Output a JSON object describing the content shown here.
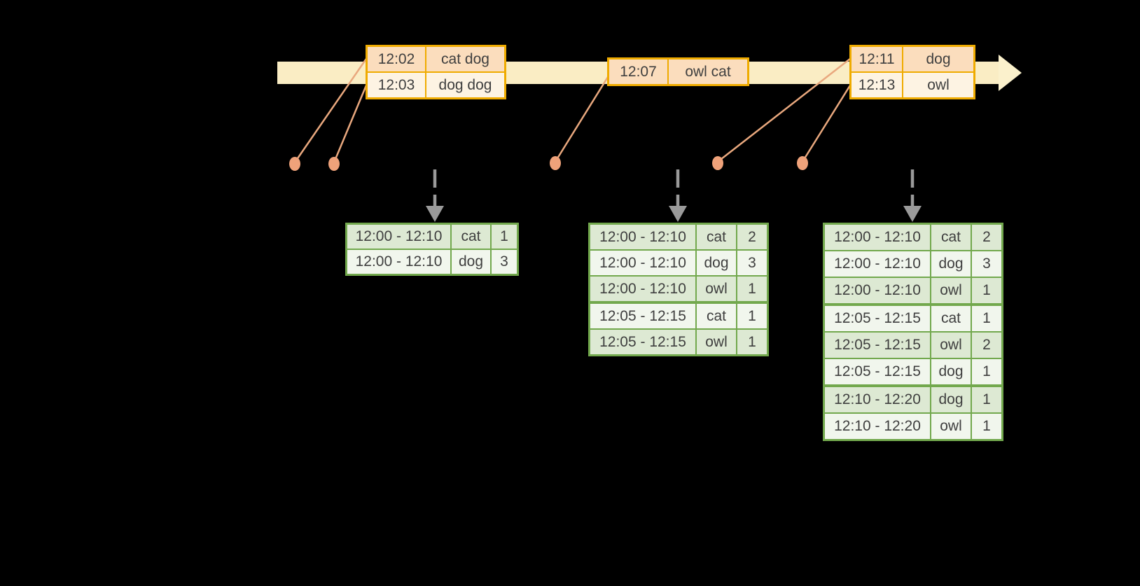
{
  "colors": {
    "background": "#000000",
    "timeline_band": "#FAEDC4",
    "timeline_arrowhead": "#FBF1CC",
    "event_table_border": "#EFAB00",
    "event_row_peach": "#FBDDBD",
    "event_row_cream": "#FDF3E3",
    "connector_salmon": "#E9A87E",
    "event_dot": "#EFA27A",
    "result_table_border": "#72A84D",
    "result_row_sage": "#DDE9D3",
    "result_row_light": "#F1F6ED",
    "trigger_arrow_gray": "#9A9A9A",
    "text": "#3F3F3F"
  },
  "icons": {
    "timeline_arrowhead": "right-arrow",
    "trigger_arrow": "dashed-down-arrow",
    "event_dot": "filled-circle"
  },
  "timeline": {
    "events": [
      {
        "rows": [
          {
            "time": "12:02",
            "words": "cat dog"
          },
          {
            "time": "12:03",
            "words": "dog dog"
          }
        ]
      },
      {
        "rows": [
          {
            "time": "12:07",
            "words": "owl cat"
          }
        ]
      },
      {
        "rows": [
          {
            "time": "12:11",
            "words": "dog"
          },
          {
            "time": "12:13",
            "words": "owl"
          }
        ]
      }
    ]
  },
  "result_tables": [
    {
      "rows": [
        {
          "window": "12:00 - 12:10",
          "word": "cat",
          "count": 1
        },
        {
          "window": "12:00 - 12:10",
          "word": "dog",
          "count": 3
        }
      ]
    },
    {
      "rows": [
        {
          "window": "12:00 - 12:10",
          "word": "cat",
          "count": 2
        },
        {
          "window": "12:00 - 12:10",
          "word": "dog",
          "count": 3
        },
        {
          "window": "12:00 - 12:10",
          "word": "owl",
          "count": 1
        },
        {
          "window": "12:05 - 12:15",
          "word": "cat",
          "count": 1
        },
        {
          "window": "12:05 - 12:15",
          "word": "owl",
          "count": 1
        }
      ]
    },
    {
      "rows": [
        {
          "window": "12:00 - 12:10",
          "word": "cat",
          "count": 2
        },
        {
          "window": "12:00 - 12:10",
          "word": "dog",
          "count": 3
        },
        {
          "window": "12:00 - 12:10",
          "word": "owl",
          "count": 1
        },
        {
          "window": "12:05 - 12:15",
          "word": "cat",
          "count": 1
        },
        {
          "window": "12:05 - 12:15",
          "word": "owl",
          "count": 2
        },
        {
          "window": "12:05 - 12:15",
          "word": "dog",
          "count": 1
        },
        {
          "window": "12:10 - 12:20",
          "word": "dog",
          "count": 1
        },
        {
          "window": "12:10 - 12:20",
          "word": "owl",
          "count": 1
        }
      ]
    }
  ]
}
